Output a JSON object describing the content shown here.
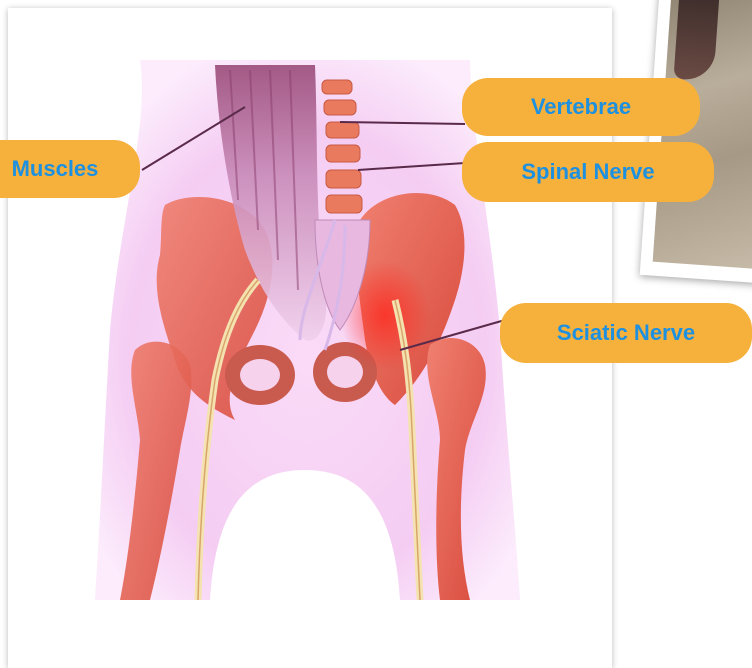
{
  "diagram": {
    "labels": {
      "muscles": "Muscles",
      "vertebrae": "Vertebrae",
      "spinal_nerve": "Spinal Nerve",
      "sciatic_nerve": "Sciatic Nerve"
    }
  },
  "colors": {
    "label_background": "#f6b13d",
    "label_text": "#1e90e0",
    "bone": "#e4604e",
    "muscle": "#a0507a",
    "skin": "#f2c3f0",
    "nerve": "#f4e0b0"
  }
}
